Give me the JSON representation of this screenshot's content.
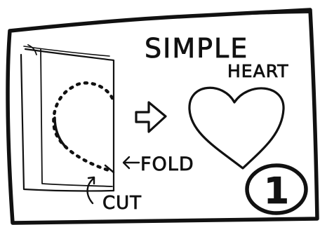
{
  "title_line1": "SIMPLE",
  "title_line2": "HEART",
  "fold_label": "FOLD",
  "cut_label": "CUT",
  "step_number": "1",
  "ink_color": "#111111",
  "background_color": "#ffffff",
  "icons": {
    "arrow": "right-arrow-icon",
    "heart": "heart-icon"
  }
}
